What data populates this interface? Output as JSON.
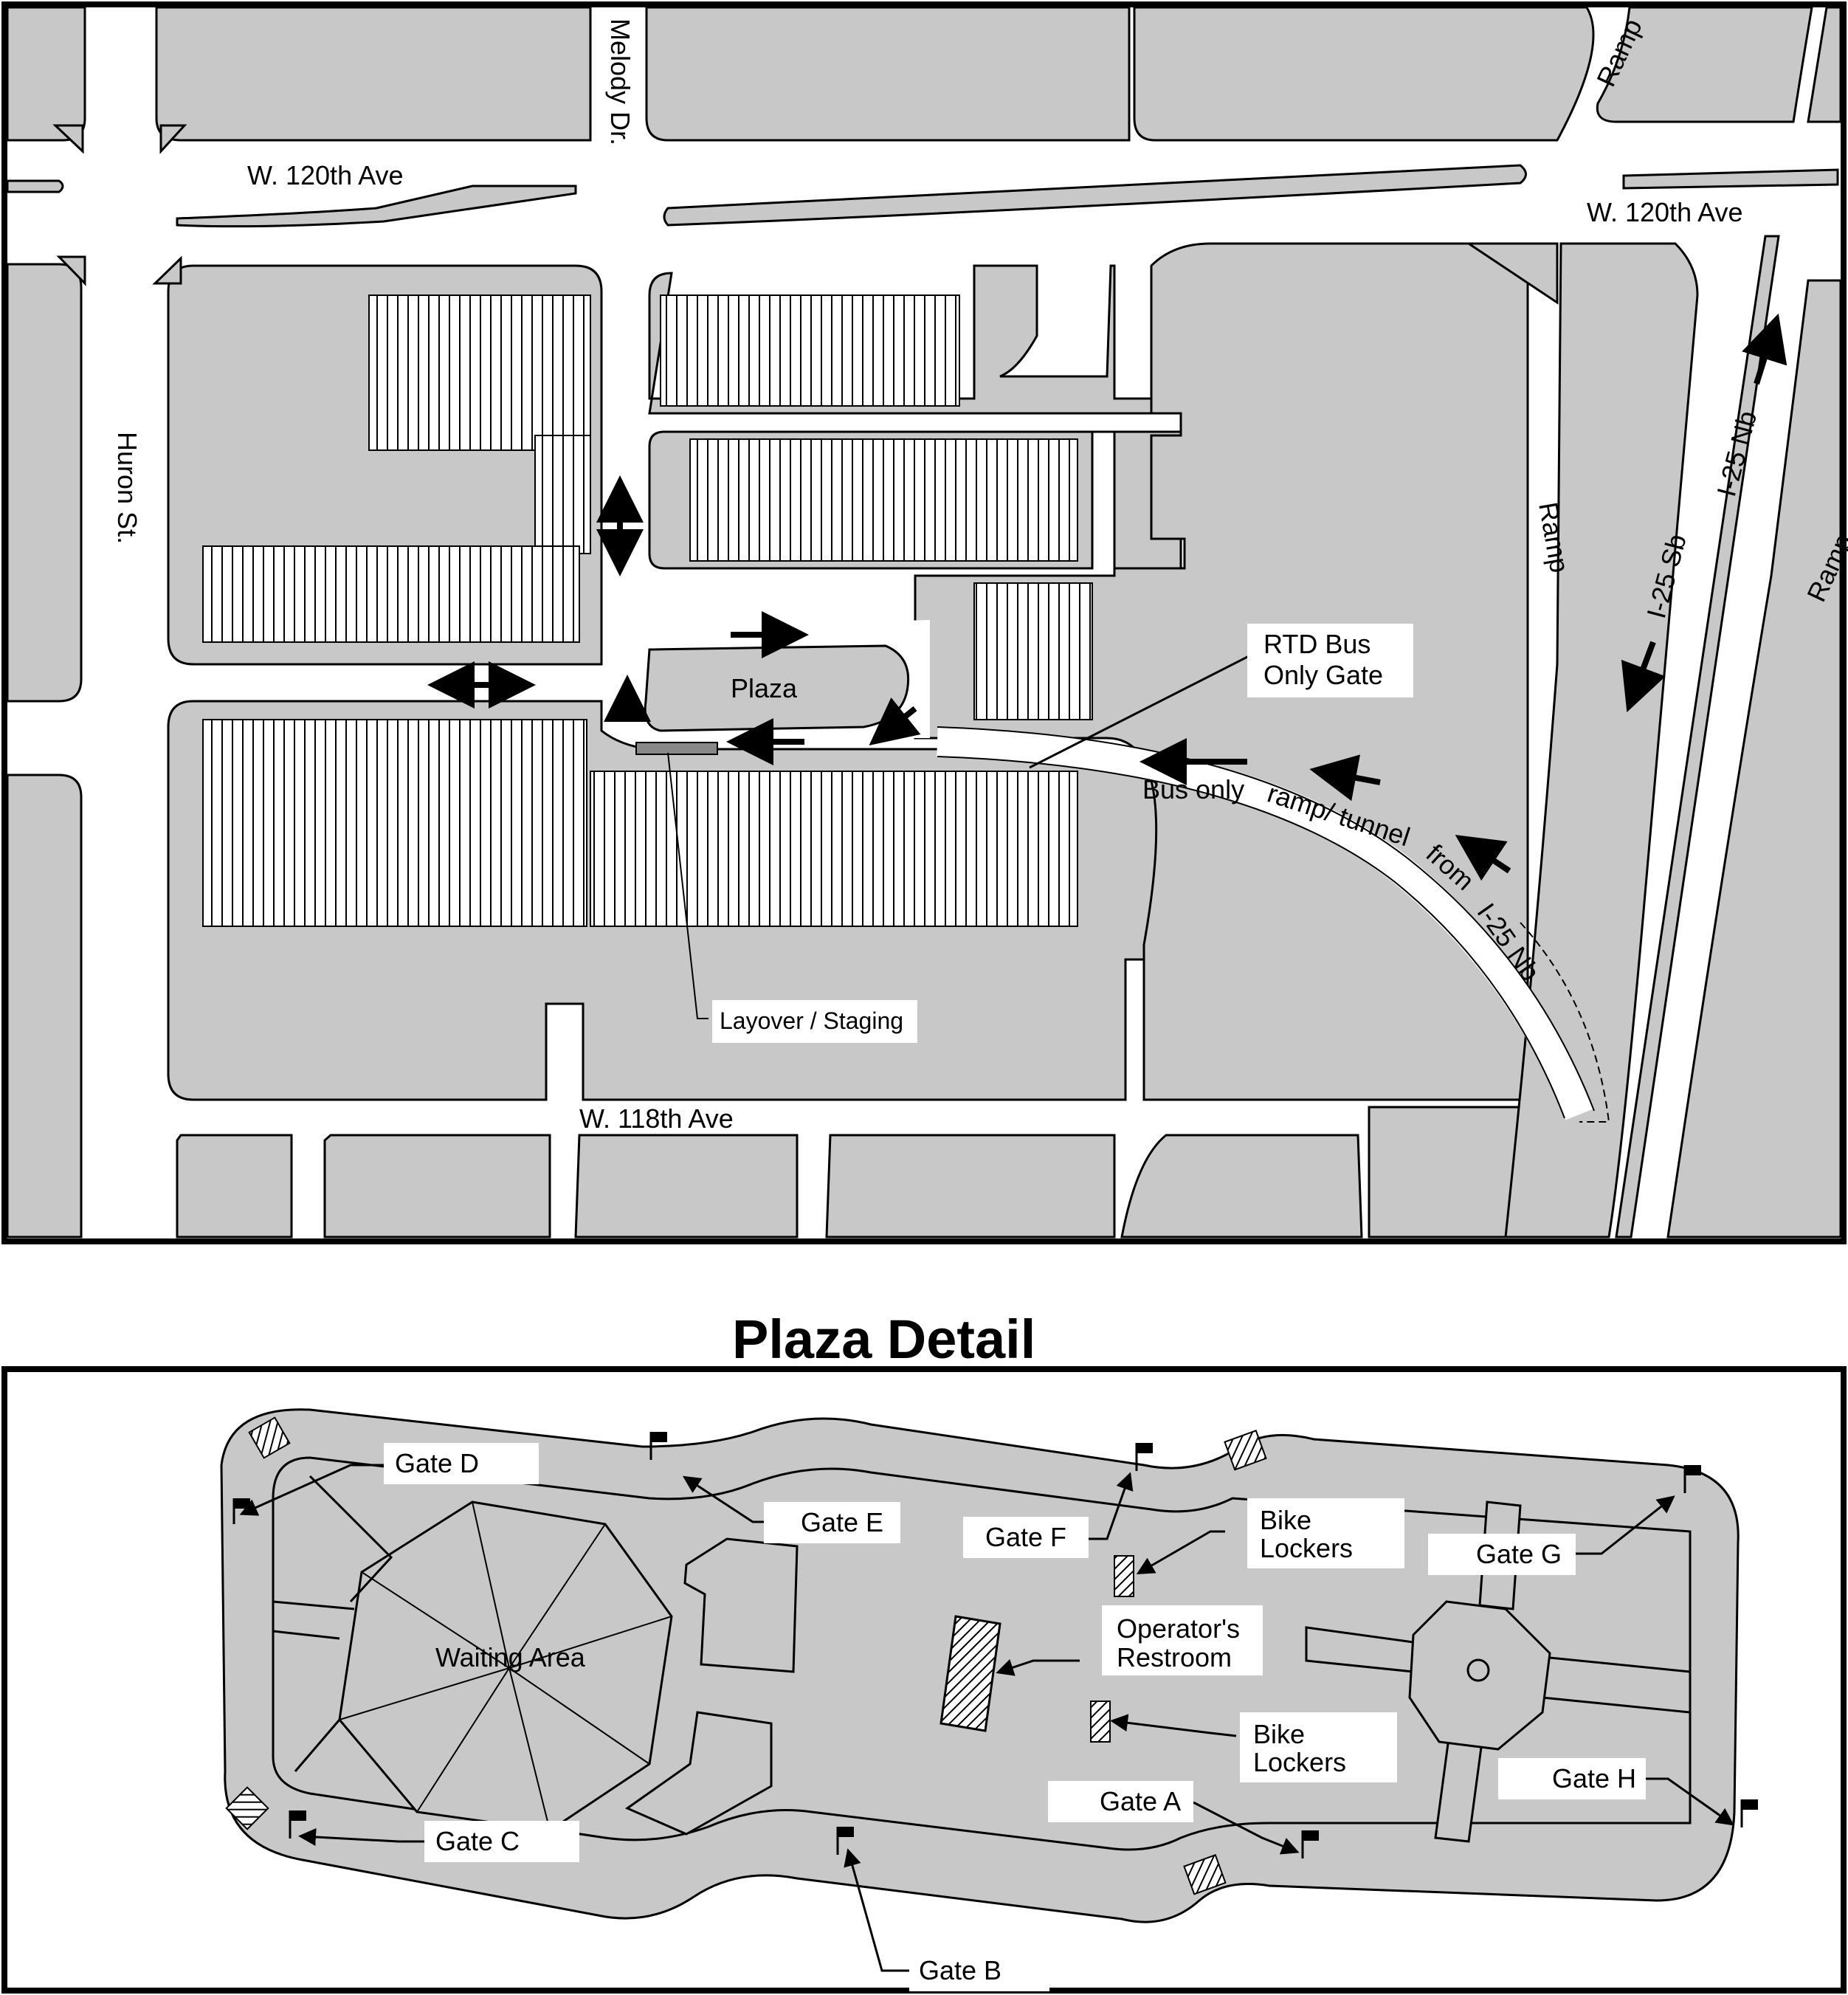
{
  "map": {
    "roads": {
      "w120_left": "W. 120th Ave",
      "w120_right": "W. 120th Ave",
      "melody": "Melody Dr.",
      "huron": "Huron St.",
      "w118": "W. 118th Ave",
      "ramp_top": "Ramp",
      "ramp_mid": "Ramp",
      "ramp_right": "Ramp",
      "i25_sb": "I-25 Sb",
      "i25_nb": "I-25 Nb"
    },
    "labels": {
      "plaza": "Plaza",
      "rtd_gate_line1": "RTD Bus",
      "rtd_gate_line2": "Only Gate",
      "bus_only": "Bus only",
      "ramp_tunnel": "ramp/ tunnel",
      "from": "from",
      "i25nb_tunnel": "I-25 Nb",
      "layover": "Layover / Staging"
    }
  },
  "detail": {
    "title": "Plaza Detail",
    "waiting_area": "Waiting Area",
    "operators_line1": "Operator's",
    "operators_line2": "Restroom",
    "bike_lockers_1_line1": "Bike",
    "bike_lockers_1_line2": "Lockers",
    "bike_lockers_2_line1": "Bike",
    "bike_lockers_2_line2": "Lockers",
    "gates": {
      "a": "Gate A",
      "b": "Gate B",
      "c": "Gate C",
      "d": "Gate D",
      "e": "Gate E",
      "f": "Gate F",
      "g": "Gate G",
      "h": "Gate H"
    }
  },
  "colors": {
    "block_fill": "#c8c8c8",
    "road_fill": "#ffffff",
    "outline": "#000000"
  }
}
